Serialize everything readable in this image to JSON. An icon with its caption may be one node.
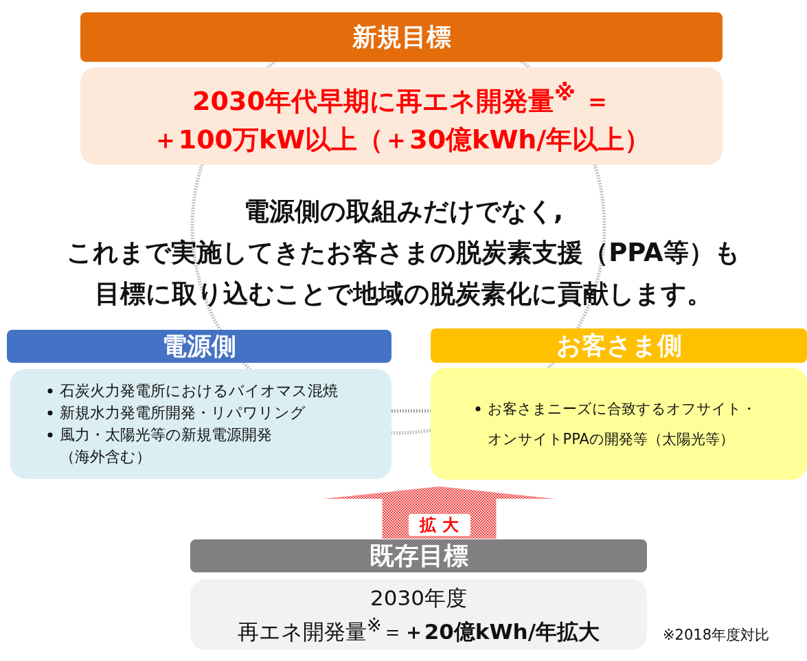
{
  "diagram": {
    "nodes": [
      {
        "text": [
          "新規目標"
        ]
      },
      {
        "text": [
          "2030年代早期に再エネ開発量$^{※}$ ＝",
          "＋100万kW以上（＋30億kWh/年以上）"
        ]
      },
      {
        "text": [
          "電源側"
        ]
      },
      {
        "text": [
          "石炭火力発電所におけるバイオマス混焼",
          "新規水力発電所開発・リパワリング",
          "風力・太陽光等の新規電源開発（海外含む）"
        ]
      },
      {
        "text": [
          "お客さま側"
        ]
      },
      {
        "text": [
          "お客さまニーズに合致するオフサイト・オンサイトPPAの開発等（太陽光等）"
        ]
      },
      {
        "text": [
          "既存目標"
        ]
      },
      {
        "text": [
          "2030年度",
          "再エネ開発量$^{※}$＝**＋20億kWh/年拡大**"
        ]
      }
    ],
    "edges": [
      {
        "from": 3,
        "to": 5,
        "arrow": "none",
        "style": "dashed",
        "color": "#a6a6a6"
      },
      {
        "from": 6,
        "to": null,
        "arrow": "to",
        "label": "拡 大",
        "color": "#ff0000"
      }
    ],
    "labels": [
      "電源側の取組みだけでなく,",
      "これまで実施してきたお客さまの脱炭素支援（PPA等）も",
      "目標に取り込むことで地域の脱炭素化に貢献します。",
      "※2018年度対比"
    ]
  }
}
